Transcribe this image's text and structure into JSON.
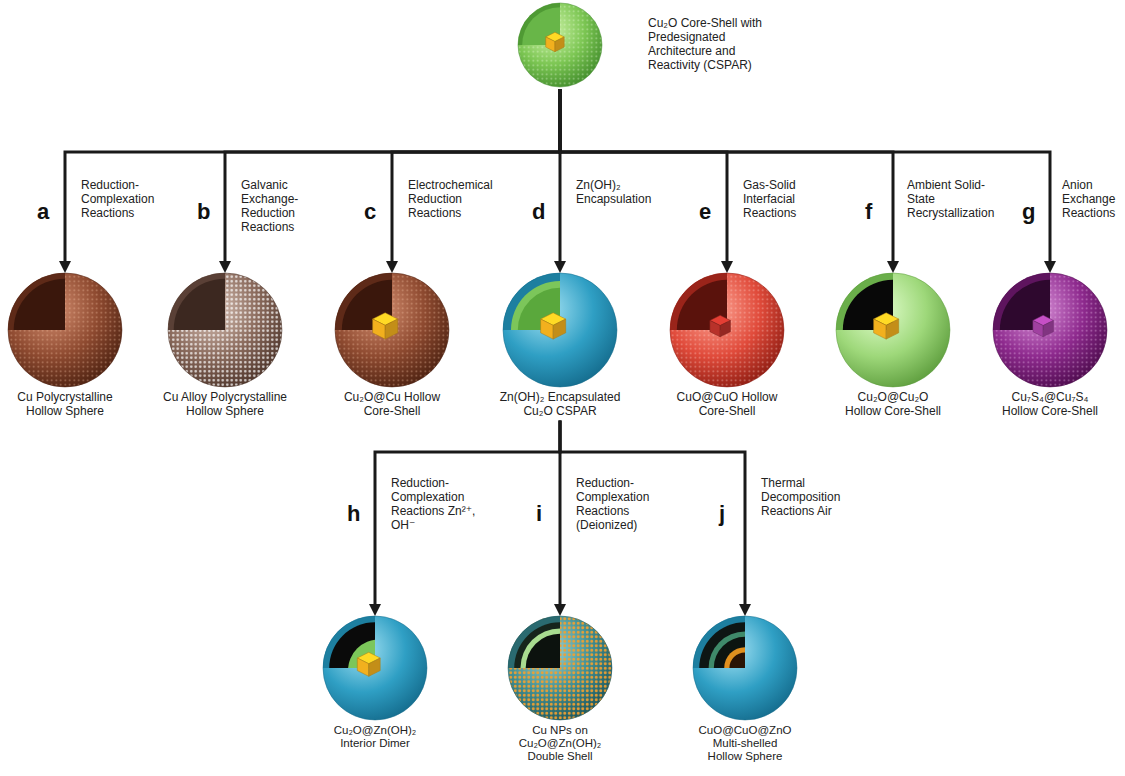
{
  "diagram": {
    "nodes": [
      {
        "text": [
          "Cu₂O Core-Shell with Predesignated Architecture and Reactivity (CSPAR)"
        ]
      },
      {
        "text": [
          "Cu Polycrystalline Hollow Sphere"
        ]
      },
      {
        "text": [
          "Cu Alloy Polycrystalline Hollow Sphere"
        ]
      },
      {
        "text": [
          "Cu₂O@Cu Hollow Core-Shell"
        ]
      },
      {
        "text": [
          "Zn(OH)₂ Encapsulated Cu₂O CSPAR"
        ]
      },
      {
        "text": [
          "CuO@CuO Hollow Core-Shell"
        ]
      },
      {
        "text": [
          "Cu₂O@Cu₂O Hollow Core-Shell"
        ]
      },
      {
        "text": [
          "Cu₇S₄@Cu₇S₄ Hollow Core-Shell"
        ]
      },
      {
        "text": [
          "Cu₂O@Zn(OH)₂ Interior Dimer"
        ]
      },
      {
        "text": [
          "Cu NPs on Cu₂O@Zn(OH)₂ Double Shell"
        ]
      },
      {
        "text": [
          "CuO@CuO@ZnO Multi-shelled Hollow Sphere"
        ]
      }
    ],
    "edges": [
      {
        "from": 0,
        "to": 1,
        "arrow": "to",
        "label": "Reduction-Complexation Reactions"
      },
      {
        "from": 0,
        "to": 2,
        "arrow": "to",
        "label": "Galvanic Exchange-Reduction Reactions"
      },
      {
        "from": 0,
        "to": 3,
        "arrow": "to",
        "label": "Electrochemical Reduction Reactions"
      },
      {
        "from": 0,
        "to": 4,
        "arrow": "to",
        "label": "Zn(OH)₂ Encapsulation"
      },
      {
        "from": 0,
        "to": 5,
        "arrow": "to",
        "label": "Gas-Solid Interfacial Reactions"
      },
      {
        "from": 0,
        "to": 6,
        "arrow": "to",
        "label": "Ambient Solid-State Recrystallization"
      },
      {
        "from": 0,
        "to": 7,
        "arrow": "to",
        "label": "Anion Exchange Reactions"
      },
      {
        "from": 4,
        "to": 8,
        "arrow": "to",
        "label": "Reduction-Complexation Reactions Zn²⁺, OH⁻"
      },
      {
        "from": 4,
        "to": 9,
        "arrow": "to",
        "label": "Reduction-Complexation Reactions (Deionized)"
      },
      {
        "from": 4,
        "to": 10,
        "arrow": "to",
        "label": "Thermal Decomposition Reactions Air"
      }
    ],
    "labels": [
      "a",
      "b",
      "c",
      "d",
      "e",
      "f",
      "g",
      "h",
      "i",
      "j"
    ]
  }
}
